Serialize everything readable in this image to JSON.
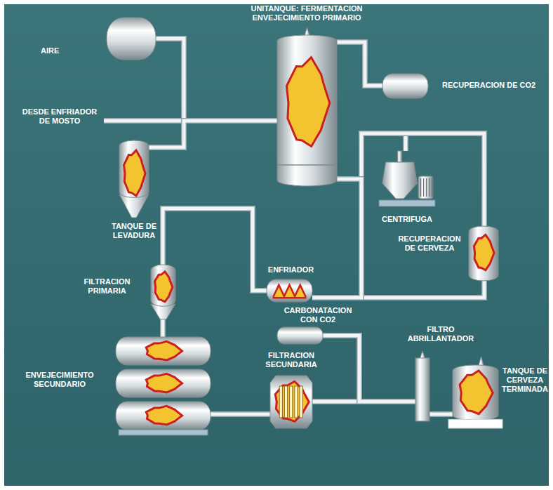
{
  "diagram": {
    "nodes": [
      {
        "text": [
          "AIRE"
        ]
      },
      {
        "text": [
          "UNITANQUE: FERMENTACION ENVEJECIMIENTO PRIMARIO"
        ]
      },
      {
        "text": [
          "RECUPERACION DE CO2"
        ]
      },
      {
        "text": [
          "TANQUE DE LEVADURA"
        ]
      },
      {
        "text": [
          "CENTRIFUGA"
        ]
      },
      {
        "text": [
          "FILTRACION PRIMARIA"
        ]
      },
      {
        "text": [
          "ENFRIADOR"
        ]
      },
      {
        "text": [
          "RECUPERACION DE CERVEZA"
        ]
      },
      {
        "text": [
          "ENVEJECIMIENTO SECUNDARIO"
        ]
      },
      {
        "text": [
          "CARBONATACION CON CO2"
        ]
      },
      {
        "text": [
          "FILTRO ABRILLANTADOR"
        ]
      },
      {
        "text": [
          "FILTRACION SECUNDARIA"
        ]
      },
      {
        "text": [
          "TANQUE DE CERVEZA TERMINADA"
        ]
      }
    ],
    "edges": [
      {
        "from": 0,
        "to": 3,
        "arrow": "none"
      },
      {
        "from": 3,
        "to": 1,
        "arrow": "none"
      },
      {
        "from": 1,
        "to": 2,
        "arrow": "none"
      },
      {
        "from": 1,
        "to": 4,
        "arrow": "none"
      },
      {
        "from": 1,
        "to": 7,
        "arrow": "none"
      },
      {
        "from": 7,
        "to": 6,
        "arrow": "none"
      },
      {
        "from": 1,
        "to": 6,
        "arrow": "none"
      },
      {
        "from": 6,
        "to": 5,
        "arrow": "none"
      },
      {
        "from": 5,
        "to": 8,
        "arrow": "none"
      },
      {
        "from": 8,
        "to": 11,
        "arrow": "none"
      },
      {
        "from": 11,
        "to": 10,
        "arrow": "none"
      },
      {
        "from": 9,
        "to": 10,
        "arrow": "none"
      },
      {
        "from": 10,
        "to": 12,
        "arrow": "none"
      }
    ],
    "labels": [
      "DESDE ENFRIADOR DE MOSTO"
    ]
  }
}
